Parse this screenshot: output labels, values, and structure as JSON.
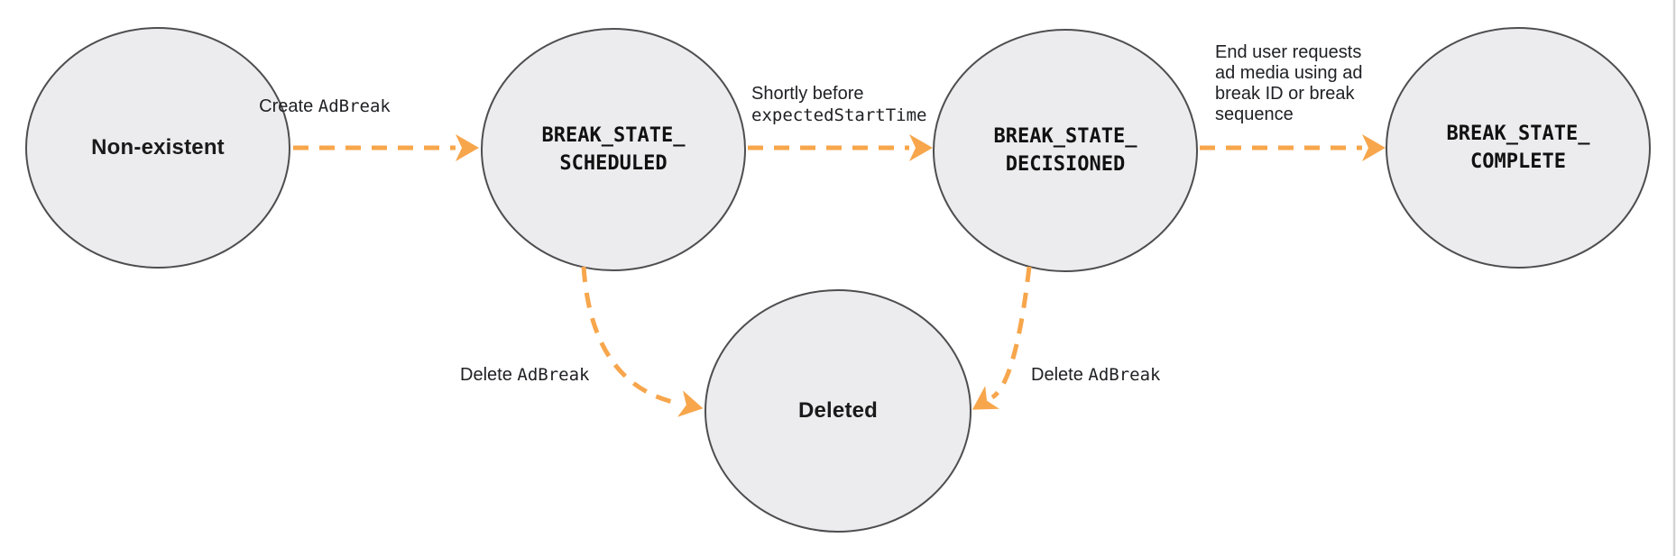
{
  "colors": {
    "background": "#ffffff",
    "node_fill": "#ececee",
    "node_stroke": "#4e4e50",
    "arrow_orange": "#f7a64c",
    "label_text": "#202124",
    "right_border_line": "#d4d4d4"
  },
  "states": {
    "non_existent": {
      "label": "Non-existent"
    },
    "scheduled": {
      "line1": "BREAK_STATE_",
      "line2": "SCHEDULED"
    },
    "decisioned": {
      "line1": "BREAK_STATE_",
      "line2": "DECISIONED"
    },
    "complete": {
      "line1": "BREAK_STATE_",
      "line2": "COMPLETE"
    },
    "deleted": {
      "label": "Deleted"
    }
  },
  "transitions": {
    "create_adbreak": {
      "text": "Create ",
      "code": "AdBreak"
    },
    "shortly_before": {
      "line1": "Shortly before",
      "code": "expectedStartTime"
    },
    "end_user_request": {
      "line1": "End user requests",
      "line2": "ad media using ad",
      "line3": "break ID or break",
      "line4": "sequence"
    },
    "delete_adbreak_left": {
      "text": "Delete ",
      "code": "AdBreak"
    },
    "delete_adbreak_right": {
      "text": "Delete ",
      "code": "AdBreak"
    }
  }
}
